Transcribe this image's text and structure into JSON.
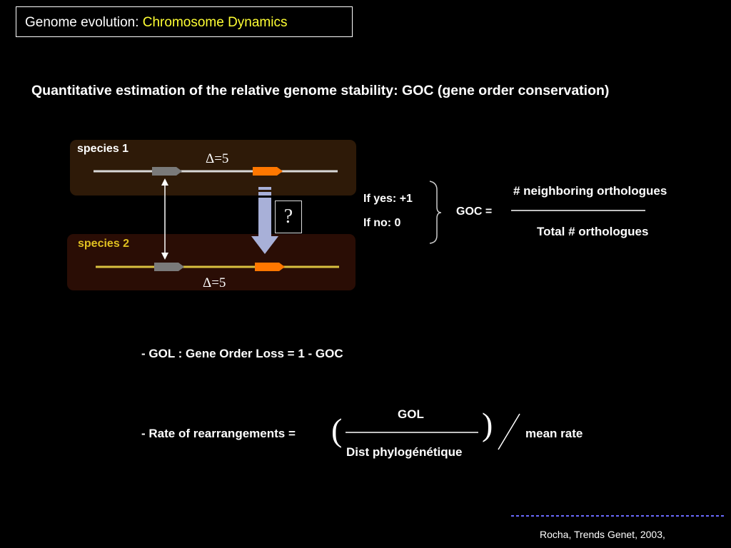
{
  "title": {
    "prefix": "Genome evolution: ",
    "accent": "Chromosome Dynamics"
  },
  "heading": "Quantitative estimation of the relative genome stability:  GOC (gene order conservation)",
  "diagram": {
    "species1": "species 1",
    "species2": "species 2",
    "delta1": "Δ=5",
    "delta2": "Δ=5",
    "question": "?"
  },
  "rules": {
    "yes": "If yes: +1",
    "no": "If no: 0"
  },
  "goc": {
    "label": "GOC =",
    "numerator": "# neighboring orthologues",
    "denominator": "Total # orthologues"
  },
  "gol_line": "- GOL : Gene Order Loss = 1 - GOC",
  "rate": {
    "label": "- Rate of rearrangements =",
    "numerator": "GOL",
    "denominator": "Dist phylogénétique",
    "divisor": "mean rate"
  },
  "reference": "Rocha, Trends Genet, 2003,",
  "colors": {
    "accent": "#ffff33",
    "species2_label": "#e0c020",
    "gene_orange": "#ff7700",
    "gene_gray": "#7a7a7a",
    "arrow": "#a8b0d8"
  }
}
